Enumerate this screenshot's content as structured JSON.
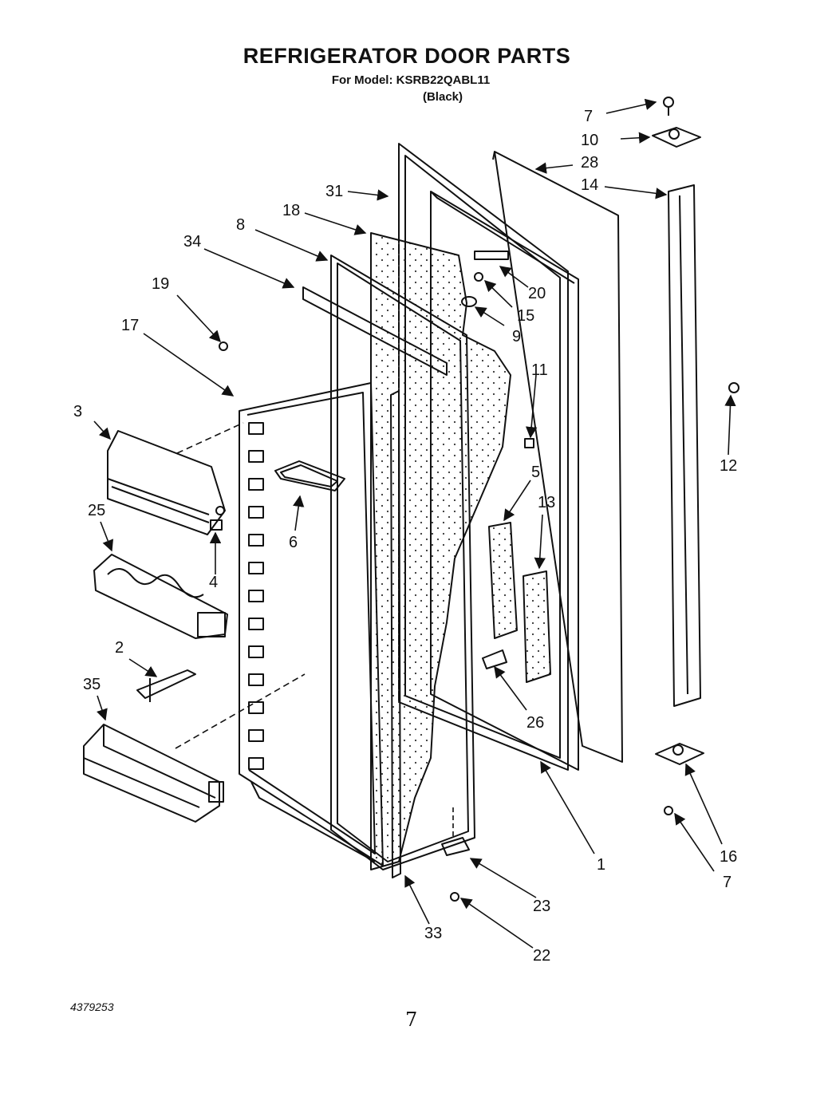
{
  "header": {
    "title": "REFRIGERATOR DOOR PARTS",
    "model_line": "For Model: KSRB22QABL11",
    "color_line": "(Black)"
  },
  "footer": {
    "doc_number": "4379253",
    "page_number": "7"
  },
  "callouts": [
    "7",
    "10",
    "28",
    "14",
    "31",
    "18",
    "8",
    "34",
    "19",
    "17",
    "20",
    "15",
    "9",
    "11",
    "12",
    "3",
    "5",
    "13",
    "25",
    "6",
    "4",
    "2",
    "35",
    "26",
    "1",
    "16",
    "7",
    "23",
    "33",
    "22"
  ]
}
